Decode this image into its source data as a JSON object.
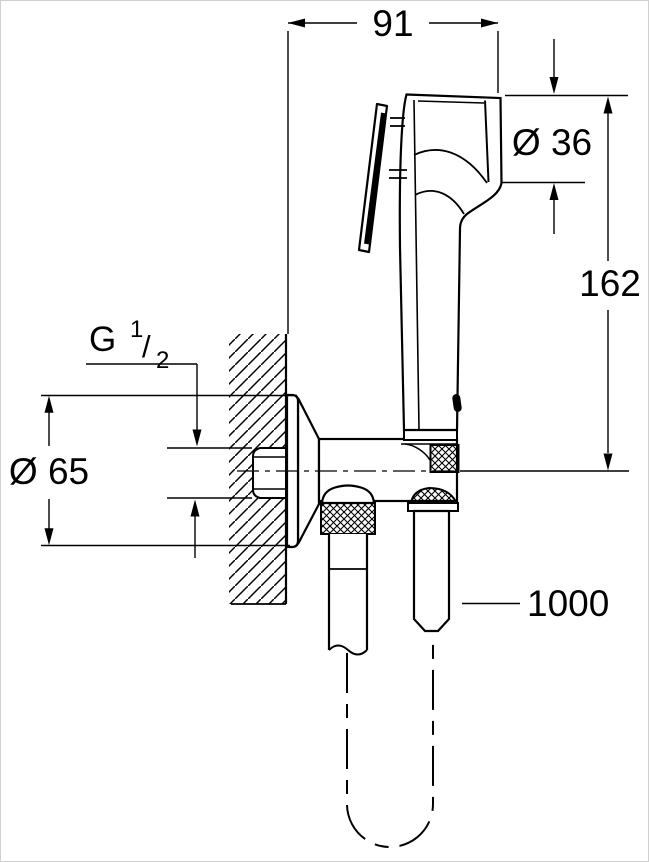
{
  "page": {
    "background": "#ffffff",
    "line_color": "#000000",
    "border_color": "#d0d0d0"
  },
  "drawing": {
    "kind": "technical dimensional drawing",
    "subject": "wall-mounted trigger hand shower with holder, angle valve union and shower hose",
    "dimensions": {
      "top_width": "91",
      "head_diameter": "Ø 36",
      "total_height": "162",
      "thread_letter": "G",
      "thread_numerator": "1",
      "thread_slash": "/",
      "thread_denominator": "2",
      "rosette_diameter": "Ø 65",
      "hose_length": "1000"
    }
  }
}
